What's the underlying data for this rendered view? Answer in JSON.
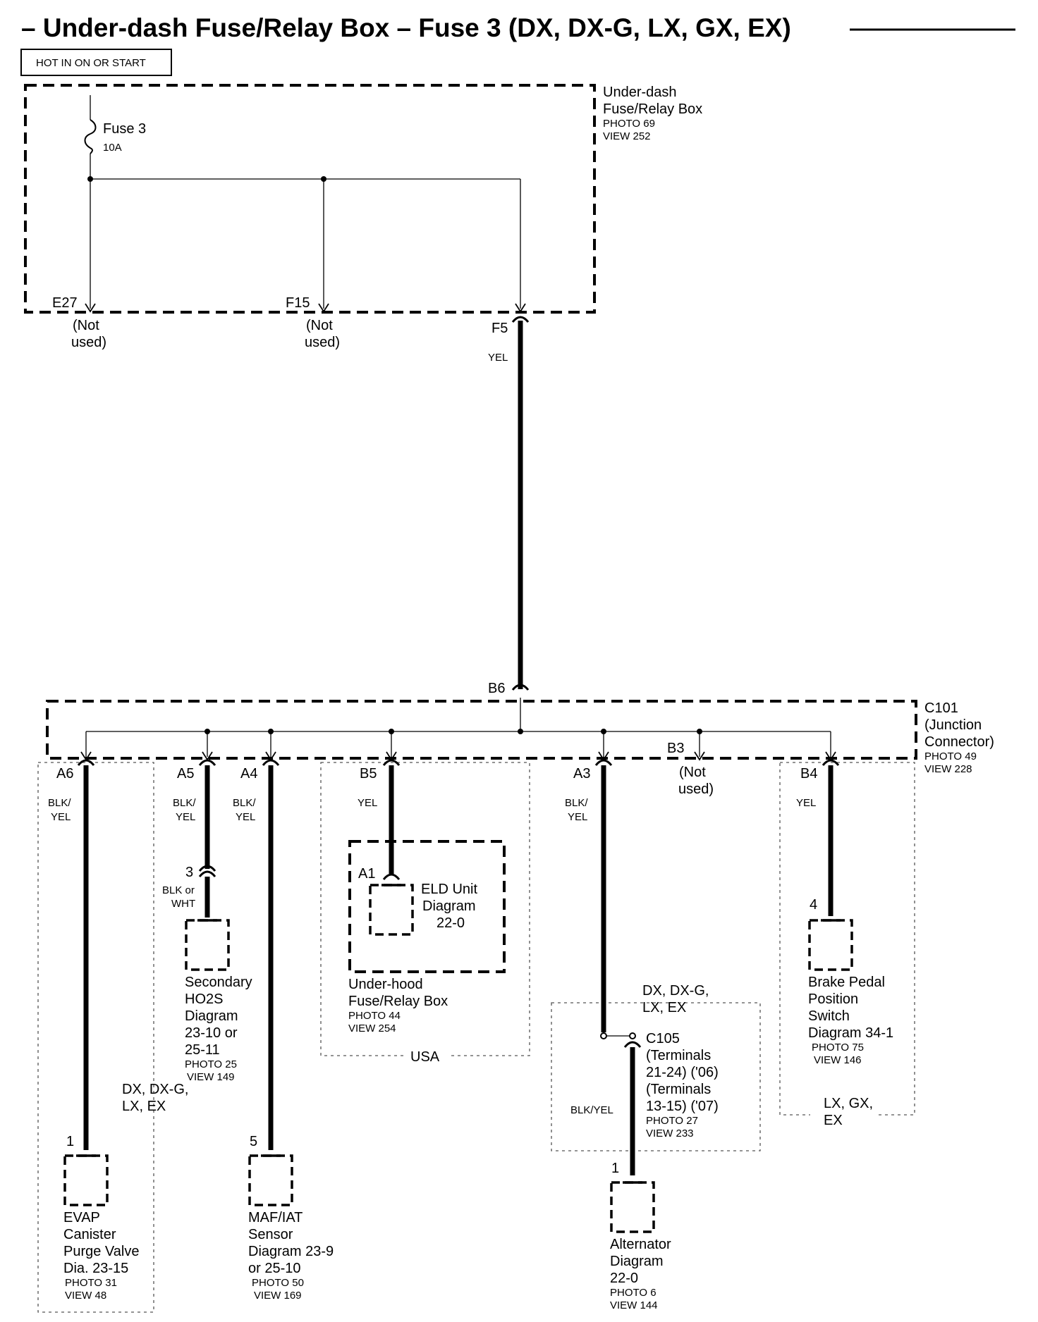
{
  "title": "– Under-dash Fuse/Relay Box – Fuse 3 (DX, DX-G, LX, GX, EX)",
  "hot_label": "HOT IN ON OR START",
  "fuse_box": {
    "name_line1": "Under-dash",
    "name_line2": "Fuse/Relay Box",
    "photo": "PHOTO 69",
    "view": "VIEW 252",
    "fuse_name": "Fuse 3",
    "fuse_rating": "10A",
    "terminals": {
      "e27": "E27",
      "f15": "F15",
      "f5": "F5"
    },
    "not_used_1": "(Not",
    "not_used_2": "used)",
    "f5_wire": "YEL"
  },
  "junction": {
    "b6": "B6",
    "line1": "C101",
    "line2": "(Junction",
    "line3": "Connector)",
    "photo": "PHOTO 49",
    "view": "VIEW 228",
    "b3": "B3"
  },
  "branches": {
    "a6": {
      "terminal": "A6",
      "wire1": "BLK/",
      "wire2": "YEL"
    },
    "a5": {
      "terminal": "A5",
      "wire1": "BLK/",
      "wire2": "YEL"
    },
    "a4": {
      "terminal": "A4",
      "wire1": "BLK/",
      "wire2": "YEL"
    },
    "b5": {
      "terminal": "B5",
      "wire1": "YEL"
    },
    "a3": {
      "terminal": "A3",
      "wire1": "BLK/",
      "wire2": "YEL"
    },
    "b4": {
      "terminal": "B4",
      "wire1": "YEL"
    }
  },
  "components": {
    "evap": {
      "pin": "1",
      "lines": [
        "EVAP",
        "Canister",
        "Purge Valve",
        "Dia. 23-15"
      ],
      "photo": "PHOTO 31",
      "view": "VIEW 48"
    },
    "ho2s": {
      "conn_pin": "3",
      "conn_wire1": "BLK or",
      "conn_wire2": "WHT",
      "lines": [
        "Secondary",
        "HO2S",
        "Diagram",
        "23-10 or",
        "25-11"
      ],
      "photo": "PHOTO 25",
      "view": "VIEW 149"
    },
    "maf": {
      "pin": "5",
      "lines": [
        "MAF/IAT",
        "Sensor",
        "Diagram 23-9",
        "or 25-10"
      ],
      "photo": "PHOTO 50",
      "view": "VIEW 169"
    },
    "eld": {
      "pin": "A1",
      "lines": [
        "ELD Unit",
        "Diagram",
        "22-0"
      ],
      "box_line1": "Under-hood",
      "box_line2": "Fuse/Relay Box",
      "photo": "PHOTO 44",
      "view": "VIEW 254"
    },
    "c105": {
      "lines": [
        "C105",
        "(Terminals",
        "21-24) ('06)",
        "(Terminals",
        "13-15) ('07)"
      ],
      "photo": "PHOTO 27",
      "view": "VIEW 233",
      "wire": "BLK/YEL"
    },
    "alternator": {
      "pin": "1",
      "lines": [
        "Alternator",
        "Diagram",
        "22-0"
      ],
      "photo": "PHOTO 6",
      "view": "VIEW 144"
    },
    "brake": {
      "pin": "4",
      "lines": [
        "Brake Pedal",
        "Position",
        "Switch",
        "Diagram 34-1"
      ],
      "photo": "PHOTO 75",
      "view": "VIEW 146"
    }
  },
  "region_labels": {
    "dx_left_1": "DX, DX-G,",
    "dx_left_2": "LX, EX",
    "usa": "USA",
    "dx_right_1": "DX, DX-G,",
    "dx_right_2": "LX, EX",
    "lxgx_1": "LX, GX,",
    "lxgx_2": "EX"
  }
}
